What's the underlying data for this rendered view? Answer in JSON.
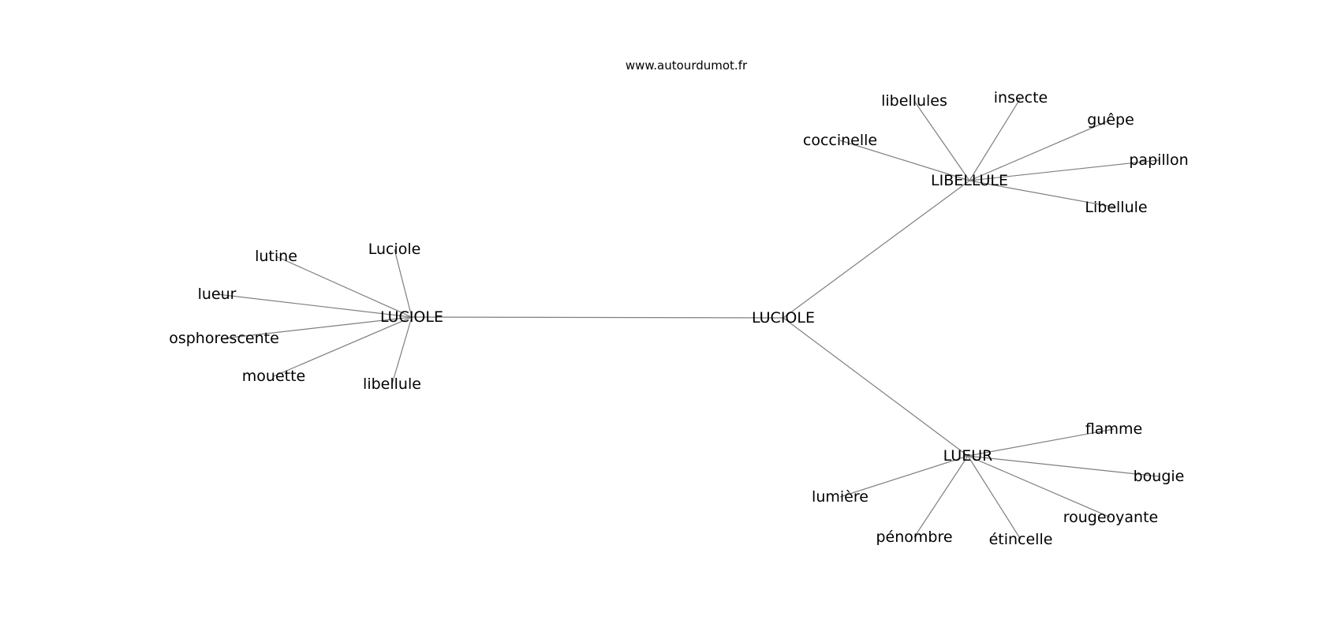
{
  "source": "www.autourdumot.fr",
  "nodes": [
    {
      "id": "root",
      "label": "LUCIOLE"
    },
    {
      "id": "hub-luciole",
      "label": "LUCIOLE"
    },
    {
      "id": "hub-libellule",
      "label": "LIBELLULE"
    },
    {
      "id": "hub-lueur",
      "label": "LUEUR"
    },
    {
      "id": "luciole-cap",
      "label": "Luciole"
    },
    {
      "id": "lutine",
      "label": "lutine"
    },
    {
      "id": "lueur",
      "label": "lueur"
    },
    {
      "id": "osphorescente",
      "label": "osphorescente"
    },
    {
      "id": "mouette",
      "label": "mouette"
    },
    {
      "id": "libellule",
      "label": "libellule"
    },
    {
      "id": "coccinelle",
      "label": "coccinelle"
    },
    {
      "id": "libellules",
      "label": "libellules"
    },
    {
      "id": "insecte",
      "label": "insecte"
    },
    {
      "id": "guepe",
      "label": "guêpe"
    },
    {
      "id": "papillon",
      "label": "papillon"
    },
    {
      "id": "libellule-cap",
      "label": "Libellule"
    },
    {
      "id": "flamme",
      "label": "flamme"
    },
    {
      "id": "bougie",
      "label": "bougie"
    },
    {
      "id": "rougeoyante",
      "label": "rougeoyante"
    },
    {
      "id": "etincelle",
      "label": "étincelle"
    },
    {
      "id": "penombre",
      "label": "pénombre"
    },
    {
      "id": "lumiere",
      "label": "lumière"
    }
  ],
  "edges": [
    [
      "root",
      "hub-luciole"
    ],
    [
      "root",
      "hub-libellule"
    ],
    [
      "root",
      "hub-lueur"
    ],
    [
      "hub-luciole",
      "luciole-cap"
    ],
    [
      "hub-luciole",
      "lutine"
    ],
    [
      "hub-luciole",
      "lueur"
    ],
    [
      "hub-luciole",
      "osphorescente"
    ],
    [
      "hub-luciole",
      "mouette"
    ],
    [
      "hub-luciole",
      "libellule"
    ],
    [
      "hub-libellule",
      "coccinelle"
    ],
    [
      "hub-libellule",
      "libellules"
    ],
    [
      "hub-libellule",
      "insecte"
    ],
    [
      "hub-libellule",
      "guepe"
    ],
    [
      "hub-libellule",
      "papillon"
    ],
    [
      "hub-libellule",
      "libellule-cap"
    ],
    [
      "hub-lueur",
      "flamme"
    ],
    [
      "hub-lueur",
      "bougie"
    ],
    [
      "hub-lueur",
      "rougeoyante"
    ],
    [
      "hub-lueur",
      "etincelle"
    ],
    [
      "hub-lueur",
      "penombre"
    ],
    [
      "hub-lueur",
      "lumiere"
    ]
  ]
}
